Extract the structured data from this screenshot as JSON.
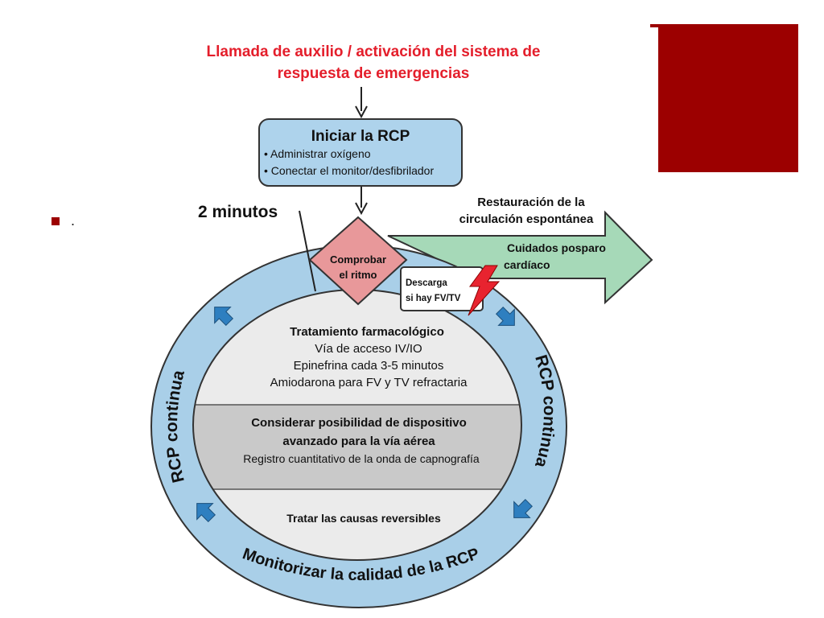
{
  "colors": {
    "accent_red": "#9c0000",
    "alert_red": "#e41e2b",
    "ring_blue": "#a9cfe8",
    "box_blue": "#aed3ec",
    "arrow_blue": "#2e7fc0",
    "diamond_pink": "#e8989a",
    "arrow_green": "#a6d9b8",
    "inner_light": "#ebebeb",
    "inner_mid": "#c9c9c9",
    "shock_red": "#e8232f"
  },
  "slide": {
    "bullet_text": "."
  },
  "diagram": {
    "call_line1": "Llamada de auxilio / activación del sistema de",
    "call_line2": "respuesta de emergencias",
    "start_title": "Iniciar la RCP",
    "start_items": [
      "• Administrar oxígeno",
      "• Conectar el monitor/desfibrilador"
    ],
    "two_minutes": "2 minutos",
    "rhythm_line1": "Comprobar",
    "rhythm_line2": "el ritmo",
    "shock_line1": "Descarga",
    "shock_line2": "si hay FV/TV",
    "rosc_line1": "Restauración de la",
    "rosc_line2": "circulación espontánea",
    "post_line1": "Cuidados posparo",
    "post_line2": "cardíaco",
    "drug_title": "Tratamiento farmacológico",
    "drug_items": [
      "Vía de acceso IV/IO",
      "Epinefrina cada 3-5 minutos",
      "Amiodarona para FV y TV refractaria"
    ],
    "airway_title1": "Considerar posibilidad de dispositivo",
    "airway_title2": "avanzado para la vía aérea",
    "airway_item": "Registro cuantitativo de la onda de capnografía",
    "causes": "Tratar las causas reversibles",
    "ring_left": "RCP continua",
    "ring_right": "RCP continua",
    "ring_bottom": "Monitorizar la calidad de la RCP"
  }
}
